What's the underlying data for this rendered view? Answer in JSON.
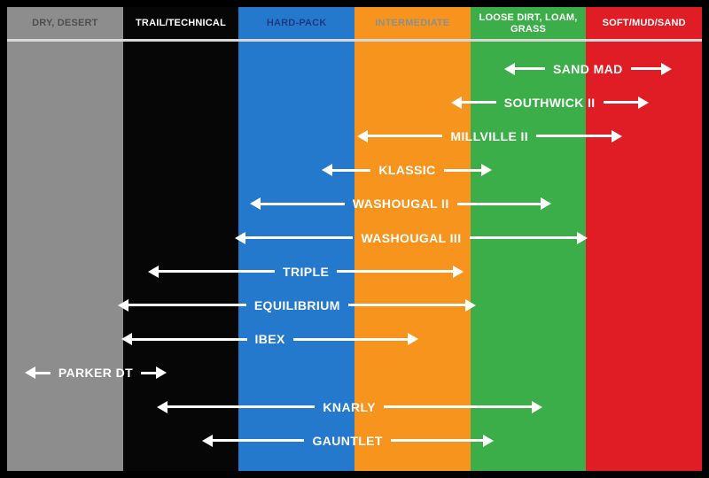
{
  "title": "Tire model terrain range chart",
  "arrow_color": "#ffffff",
  "divider_color": "#d8d8d8",
  "columns": [
    {
      "label": "DRY, DESERT",
      "slug": "dry-desert",
      "bg": "#8d8d8d",
      "text": "#4f4f4f"
    },
    {
      "label": "TRAIL/TECHNICAL",
      "slug": "trail-technical",
      "bg": "#060606",
      "text": "#ffffff"
    },
    {
      "label": "HARD-PACK",
      "slug": "hard-pack",
      "bg": "#2579cd",
      "text": "#1e3a80"
    },
    {
      "label": "INTERMEDIATE",
      "slug": "intermediate",
      "bg": "#f7941e",
      "text": "#8f8f8c"
    },
    {
      "label": "LOOSE DIRT, LOAM, GRASS",
      "slug": "loose-dirt-loam-grass",
      "bg": "#3cae49",
      "text": "#ffffff"
    },
    {
      "label": "SOFT/MUD/SAND",
      "slug": "soft-mud-sand",
      "bg": "#e01d25",
      "text": "#ffffff"
    }
  ],
  "chart_data": {
    "type": "bar",
    "subtype": "horizontal-range-arrows",
    "title": "Tire model suitability across terrain types",
    "x_categories": [
      "DRY, DESERT",
      "TRAIL/TECHNICAL",
      "HARD-PACK",
      "INTERMEDIATE",
      "LOOSE DIRT, LOAM, GRASS",
      "SOFT/MUD/SAND"
    ],
    "x_unit": "terrain column index (0 = left edge of DRY, DESERT; 6 = right edge of SOFT/MUD/SAND)",
    "legend": "none",
    "grid": "off",
    "series": [
      {
        "name": "SAND MAD",
        "range": [
          4.29,
          5.74
        ]
      },
      {
        "name": "SOUTHWICK II",
        "range": [
          3.83,
          5.54
        ]
      },
      {
        "name": "MILLVILLE II",
        "range": [
          3.02,
          5.31
        ]
      },
      {
        "name": "KLASSIC",
        "range": [
          2.72,
          4.19
        ]
      },
      {
        "name": "WASHOUGAL II",
        "range": [
          2.1,
          4.7
        ]
      },
      {
        "name": "WASHOUGAL III",
        "range": [
          1.97,
          5.01
        ]
      },
      {
        "name": "TRIPLE",
        "range": [
          1.22,
          3.94
        ]
      },
      {
        "name": "EQUILIBRIUM",
        "range": [
          0.96,
          4.05
        ]
      },
      {
        "name": "IBEX",
        "range": [
          0.99,
          3.55
        ]
      },
      {
        "name": "PARKER DT",
        "range": [
          0.15,
          1.38
        ]
      },
      {
        "name": "KNARLY",
        "range": [
          1.29,
          4.62
        ]
      },
      {
        "name": "GAUNTLET",
        "range": [
          1.68,
          4.2
        ]
      }
    ]
  }
}
